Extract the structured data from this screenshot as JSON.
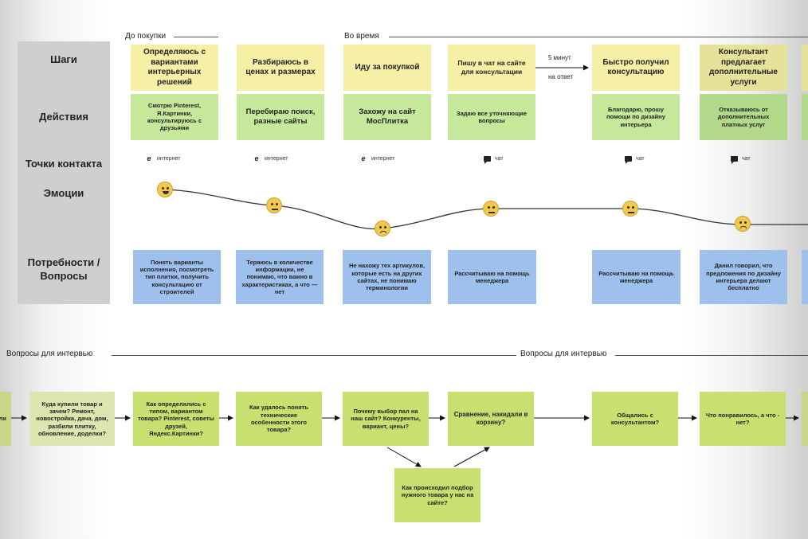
{
  "phases": [
    {
      "label": "До покупки"
    },
    {
      "label": "Во время"
    }
  ],
  "row_labels": {
    "steps": "Шаги",
    "actions": "Действия",
    "touchpoints": "Точки контакта",
    "emotions": "Эмоции",
    "needs": "Потребности / Вопросы"
  },
  "steps": [
    "Определяюсь с вариантами интерьерных решений",
    "Разбираюсь в ценах и размерах",
    "Иду за покупкой",
    "Пишу в чат на сайте для консультации",
    "Быстро получил консультацию",
    "Консультант предлагает дополнительные услуги"
  ],
  "step_arrow": {
    "top": "5 минут",
    "bottom": "на ответ"
  },
  "actions": [
    "Смотрю Pinterest, Я.Картинки, консультируюсь с друзьями",
    "Перебираю поиск, разные сайты",
    "Захожу на сайт МосПлитка",
    "Задаю все уточняющие вопросы",
    "Благодарю, прошу помощи по дизайну интерьера",
    "Отказываюсь от дополнительных платных услуг"
  ],
  "touchpoints": [
    {
      "icon": "internet-icon",
      "label": "интернет"
    },
    {
      "icon": "internet-icon",
      "label": "интернет"
    },
    {
      "icon": "internet-icon",
      "label": "интернет"
    },
    {
      "icon": "chat-icon",
      "label": "чат"
    },
    {
      "icon": "chat-icon",
      "label": "чат"
    },
    {
      "icon": "chat-icon",
      "label": "чат"
    }
  ],
  "emotions": [
    "happy",
    "neutral",
    "sad",
    "neutral",
    "neutral",
    "sad"
  ],
  "needs": [
    "Понять варианты исполнения, посмотреть тип плитки, получить консультацию от строителей",
    "Теряюсь в количестве информации, не понимаю, что важно в характеристиках, а что — нет",
    "Не нахожу тех артикулов, которые есть на других сайтах, не понимаю терминологии",
    "Рассчитываю на помощь менеджера",
    "Рассчитываю на помощь менеджера",
    "Данил говорил, что предложения по дизайну интерьера делают бесплатно"
  ],
  "interview": {
    "labels": [
      "Вопросы для интервью",
      "Вопросы для интервью"
    ],
    "left_edge": "ли",
    "questions": [
      "Куда купили товар и зачем? Ремонт, новостройка, дача, дом, разбили плитку, обновление, доделки?",
      "Как определялись с типом, вариантом товара? Pinterest, советы друзей, Яндекс.Картинки?",
      "Как удалось понять технические особенности этого товара?",
      "Почему выбор пал на наш сайт? Конкуренты, вариант, цены?",
      "Сравнение, накидали в корзину?",
      "Общались с консультантом?",
      "Что понравилось, а что - нет?"
    ],
    "branch": "Как происходил подбор нужного товара у нас на сайте?"
  },
  "colors": {
    "step": "#f5f0a6",
    "action": "#c6e89a",
    "need": "#9ec0ec",
    "question": "#c8e070",
    "face": "#f2c94c"
  }
}
